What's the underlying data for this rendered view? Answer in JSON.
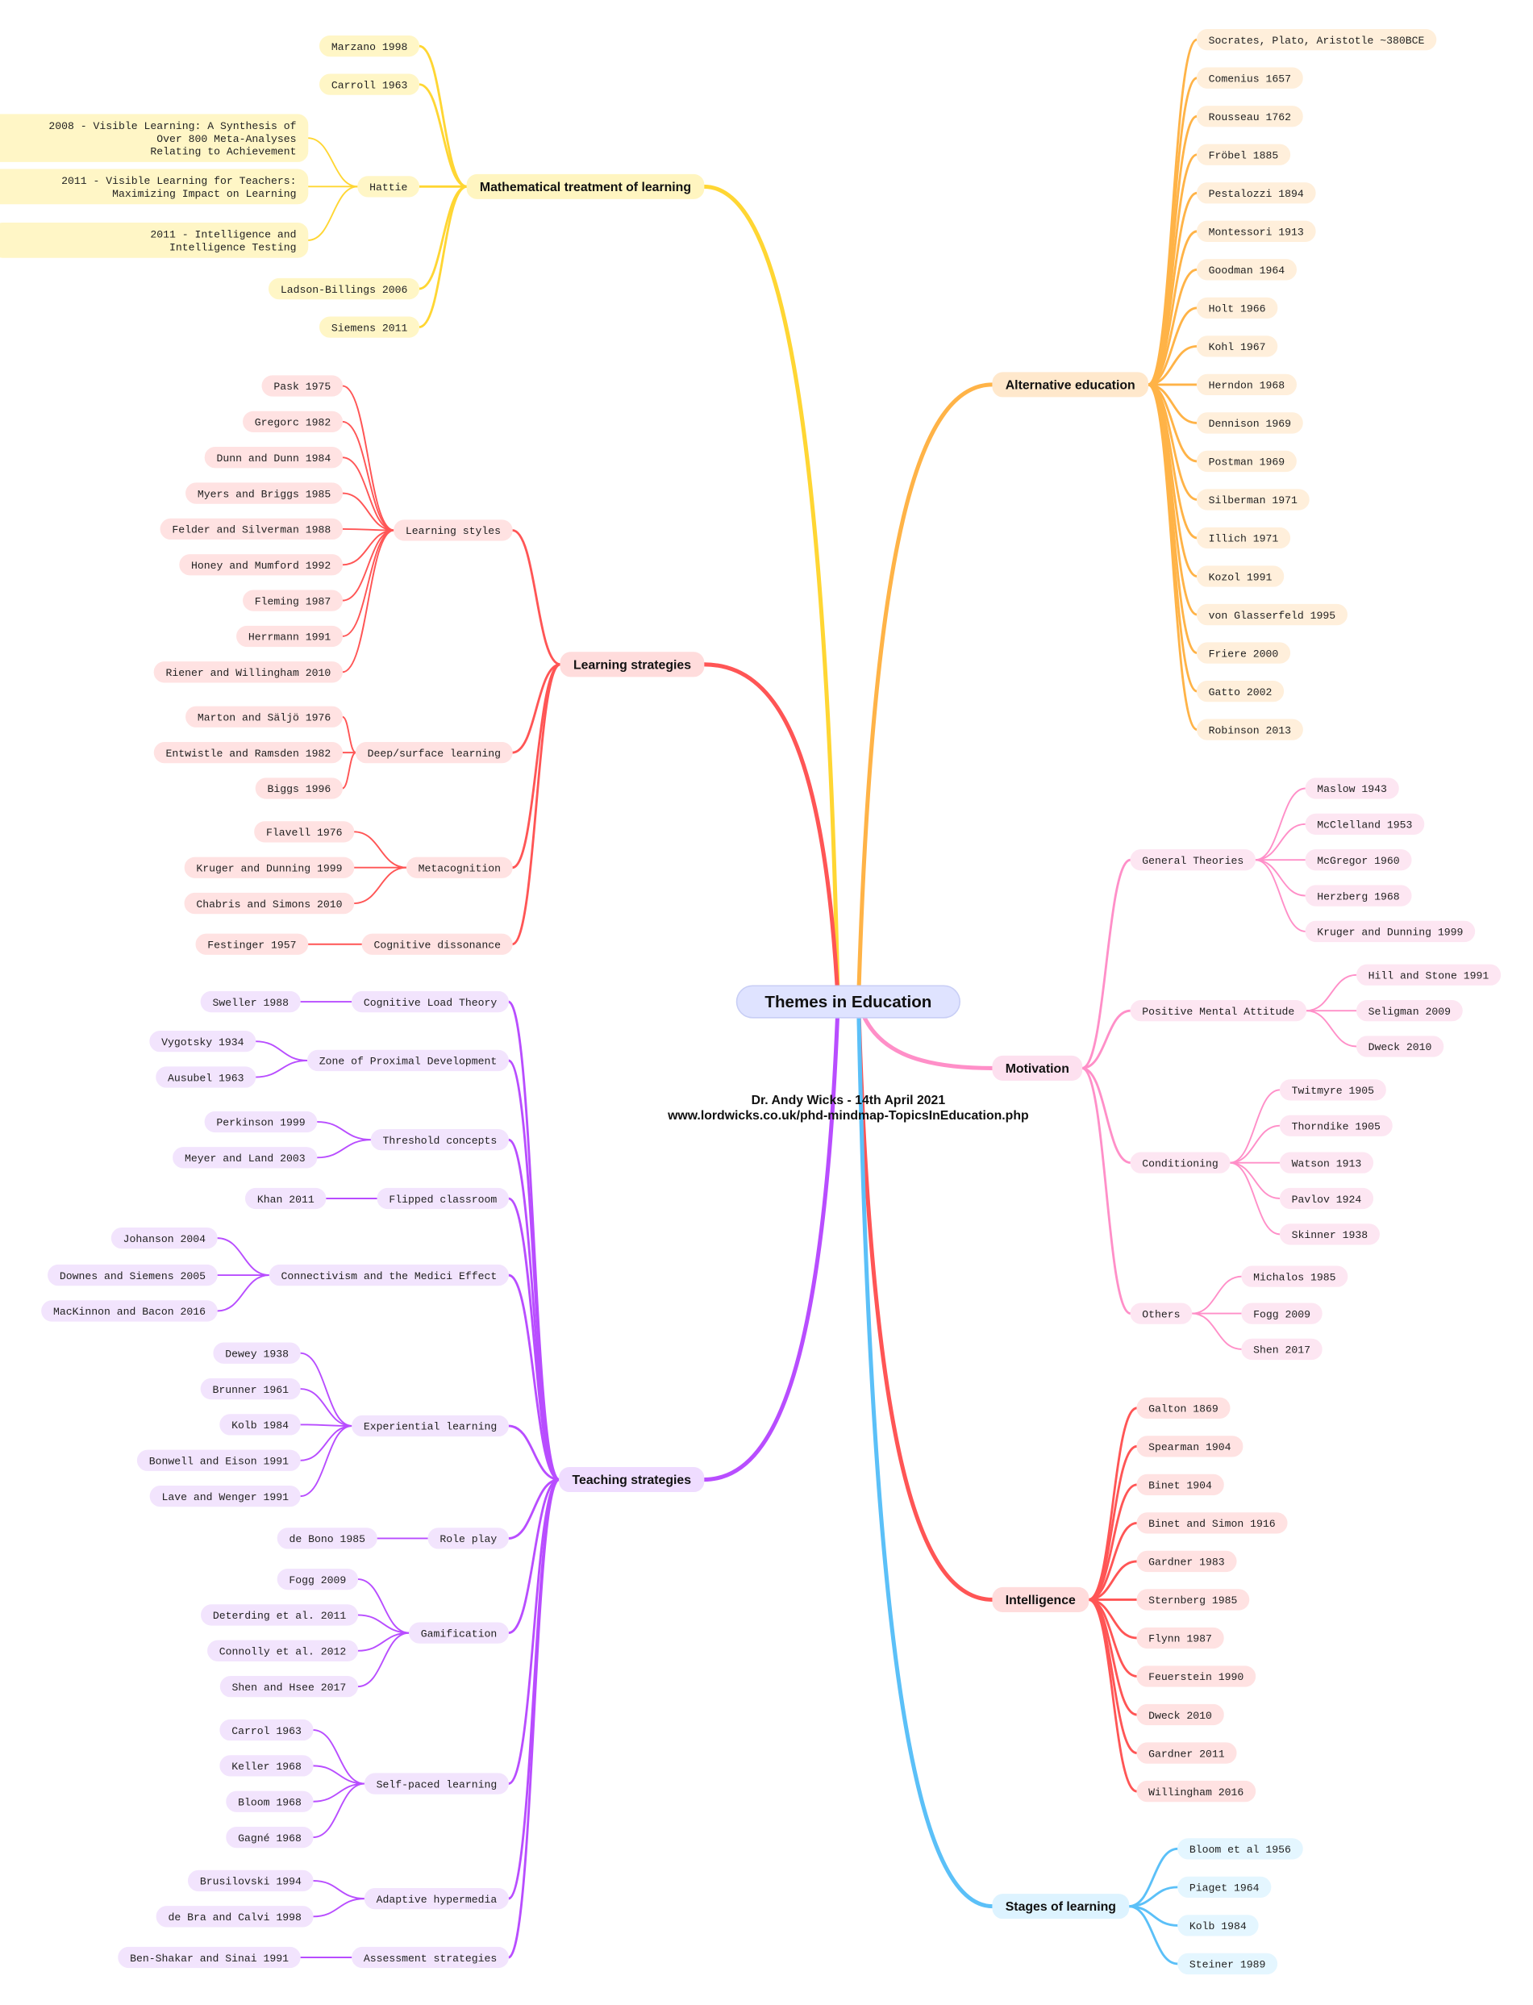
{
  "title": "Themes in Education",
  "credit": {
    "author": "Dr. Andy Wicks - 14th April 2021",
    "url": "www.lordwicks.co.uk/phd-mindmap-TopicsInEducation.php"
  },
  "root_colors": {
    "fill": "#dfe3ff",
    "border": "#c8cef5"
  },
  "branches": [
    {
      "label": "Alternative education",
      "color": "#ffb347",
      "fill": "#ffe8cc",
      "child_fill": "#ffefdb",
      "children": [
        {
          "label": "Socrates, Plato, Aristotle ~380BCE"
        },
        {
          "label": "Comenius 1657"
        },
        {
          "label": "Rousseau 1762"
        },
        {
          "label": "Fröbel 1885"
        },
        {
          "label": "Pestalozzi 1894"
        },
        {
          "label": "Montessori 1913"
        },
        {
          "label": "Goodman 1964"
        },
        {
          "label": "Holt 1966"
        },
        {
          "label": "Kohl 1967"
        },
        {
          "label": "Herndon 1968"
        },
        {
          "label": "Dennison 1969"
        },
        {
          "label": "Postman 1969"
        },
        {
          "label": "Silberman 1971"
        },
        {
          "label": "Illich 1971"
        },
        {
          "label": "Kozol 1991"
        },
        {
          "label": "von Glasserfeld 1995"
        },
        {
          "label": "Friere 2000"
        },
        {
          "label": "Gatto 2002"
        },
        {
          "label": "Robinson 2013"
        }
      ]
    },
    {
      "label": "Motivation",
      "color": "#ff8fc8",
      "fill": "#fde0ef",
      "child_fill": "#fde6f2",
      "children": [
        {
          "label": "General Theories",
          "children": [
            {
              "label": "Maslow 1943"
            },
            {
              "label": "McClelland 1953"
            },
            {
              "label": "McGregor 1960"
            },
            {
              "label": "Herzberg 1968"
            },
            {
              "label": "Kruger and Dunning 1999"
            }
          ]
        },
        {
          "label": "Positive Mental Attitude",
          "children": [
            {
              "label": "Hill and Stone 1991"
            },
            {
              "label": "Seligman 2009"
            },
            {
              "label": "Dweck 2010"
            }
          ]
        },
        {
          "label": "Conditioning",
          "children": [
            {
              "label": "Twitmyre 1905"
            },
            {
              "label": "Thorndike 1905"
            },
            {
              "label": "Watson 1913"
            },
            {
              "label": "Pavlov 1924"
            },
            {
              "label": "Skinner 1938"
            }
          ]
        },
        {
          "label": "Others",
          "children": [
            {
              "label": "Michalos 1985"
            },
            {
              "label": "Fogg 2009"
            },
            {
              "label": "Shen 2017"
            }
          ]
        }
      ]
    },
    {
      "label": "Intelligence",
      "color": "#ff5555",
      "fill": "#ffdcdc",
      "child_fill": "#ffe2e2",
      "children": [
        {
          "label": "Galton 1869"
        },
        {
          "label": "Spearman 1904"
        },
        {
          "label": "Binet 1904"
        },
        {
          "label": "Binet and Simon 1916"
        },
        {
          "label": "Gardner 1983"
        },
        {
          "label": "Sternberg 1985"
        },
        {
          "label": "Flynn 1987"
        },
        {
          "label": "Feuerstein 1990"
        },
        {
          "label": "Dweck 2010"
        },
        {
          "label": "Gardner 2011"
        },
        {
          "label": "Willingham 2016"
        }
      ]
    },
    {
      "label": "Stages of learning",
      "color": "#5bc0f8",
      "fill": "#ddf3ff",
      "child_fill": "#e4f6ff",
      "children": [
        {
          "label": "Bloom et al 1956"
        },
        {
          "label": "Piaget 1964"
        },
        {
          "label": "Kolb 1984"
        },
        {
          "label": "Steiner 1989"
        }
      ]
    },
    {
      "label": "Mathematical treatment of learning",
      "color": "#ffd633",
      "fill": "#fff5c0",
      "child_fill": "#fff6c6",
      "children": [
        {
          "label": "Marzano 1998"
        },
        {
          "label": "Carroll 1963"
        },
        {
          "label": "Hattie",
          "children": [
            {
              "label": "2008 - Visible Learning: A Synthesis of\nOver 800 Meta-Analyses\nRelating to Achievement"
            },
            {
              "label": "2011 - Visible Learning for Teachers:\nMaximizing Impact on Learning"
            },
            {
              "label": "2011 - Intelligence and\nIntelligence Testing"
            }
          ]
        },
        {
          "label": "Ladson-Billings 2006"
        },
        {
          "label": "Siemens 2011"
        }
      ]
    },
    {
      "label": "Learning strategies",
      "color": "#ff5555",
      "fill": "#ffdcdc",
      "child_fill": "#ffe2e2",
      "children": [
        {
          "label": "Learning styles",
          "children": [
            {
              "label": "Pask 1975"
            },
            {
              "label": "Gregorc 1982"
            },
            {
              "label": "Dunn and Dunn 1984"
            },
            {
              "label": "Myers and Briggs 1985"
            },
            {
              "label": "Felder and Silverman 1988"
            },
            {
              "label": "Honey and Mumford 1992"
            },
            {
              "label": "Fleming 1987"
            },
            {
              "label": "Herrmann 1991"
            },
            {
              "label": "Riener and Willingham 2010"
            }
          ]
        },
        {
          "label": "Deep/surface learning",
          "children": [
            {
              "label": "Marton and Säljö 1976"
            },
            {
              "label": "Entwistle and Ramsden 1982"
            },
            {
              "label": "Biggs 1996"
            }
          ]
        },
        {
          "label": "Metacognition",
          "children": [
            {
              "label": "Flavell 1976"
            },
            {
              "label": "Kruger and Dunning 1999"
            },
            {
              "label": "Chabris and Simons 2010"
            }
          ]
        },
        {
          "label": "Cognitive dissonance",
          "children": [
            {
              "label": "Festinger 1957"
            }
          ]
        }
      ]
    },
    {
      "label": "Teaching strategies",
      "color": "#b84dff",
      "fill": "#efdcff",
      "child_fill": "#f2e4fd",
      "children": [
        {
          "label": "Cognitive Load Theory",
          "children": [
            {
              "label": "Sweller 1988"
            }
          ]
        },
        {
          "label": "Zone of Proximal Development",
          "children": [
            {
              "label": "Vygotsky 1934"
            },
            {
              "label": "Ausubel 1963"
            }
          ]
        },
        {
          "label": "Threshold concepts",
          "children": [
            {
              "label": "Perkinson 1999"
            },
            {
              "label": "Meyer and Land 2003"
            }
          ]
        },
        {
          "label": "Flipped classroom",
          "children": [
            {
              "label": "Khan 2011"
            }
          ]
        },
        {
          "label": "Connectivism and the Medici Effect",
          "children": [
            {
              "label": "Johanson 2004"
            },
            {
              "label": "Downes and Siemens 2005"
            },
            {
              "label": "MacKinnon and Bacon 2016"
            }
          ]
        },
        {
          "label": "Experiential learning",
          "children": [
            {
              "label": "Dewey 1938"
            },
            {
              "label": "Brunner 1961"
            },
            {
              "label": "Kolb 1984"
            },
            {
              "label": "Bonwell and Eison 1991"
            },
            {
              "label": "Lave and Wenger 1991"
            }
          ]
        },
        {
          "label": "Role play",
          "children": [
            {
              "label": "de Bono 1985"
            }
          ]
        },
        {
          "label": "Gamification",
          "children": [
            {
              "label": "Fogg 2009"
            },
            {
              "label": "Deterding et al. 2011"
            },
            {
              "label": "Connolly et al. 2012"
            },
            {
              "label": "Shen and Hsee 2017"
            }
          ]
        },
        {
          "label": "Self-paced learning",
          "children": [
            {
              "label": "Carrol 1963"
            },
            {
              "label": "Keller 1968"
            },
            {
              "label": "Bloom 1968"
            },
            {
              "label": "Gagné 1968"
            }
          ]
        },
        {
          "label": "Adaptive hypermedia",
          "children": [
            {
              "label": "Brusilovski 1994"
            },
            {
              "label": "de Bra and Calvi 1998"
            }
          ]
        },
        {
          "label": "Assessment strategies",
          "children": [
            {
              "label": "Ben-Shakar and Sinai 1991"
            }
          ]
        }
      ]
    }
  ]
}
